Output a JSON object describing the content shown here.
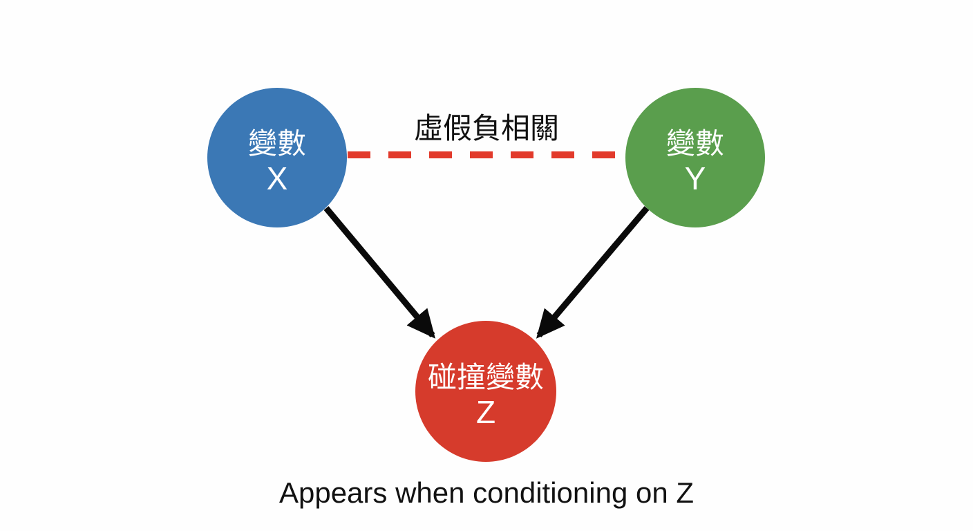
{
  "colors": {
    "background": "#fefefe",
    "arrow": "#0a0a0a",
    "label_text": "#111111",
    "node_text": "#ffffff"
  },
  "nodes": {
    "x": {
      "line1": "變數",
      "line2": "X",
      "color": "#3b78b5"
    },
    "y": {
      "line1": "變數",
      "line2": "Y",
      "color": "#5a9e4d"
    },
    "z": {
      "line1": "碰撞變數",
      "line2": "Z",
      "color": "#d63b2c"
    }
  },
  "edges": {
    "spurious": {
      "label": "虛假負相關",
      "style": "dashed",
      "color": "#e23a2b"
    },
    "x_to_z": {
      "style": "solid-arrow",
      "color": "#0a0a0a"
    },
    "y_to_z": {
      "style": "solid-arrow",
      "color": "#0a0a0a"
    }
  },
  "caption": "Appears when conditioning on Z"
}
